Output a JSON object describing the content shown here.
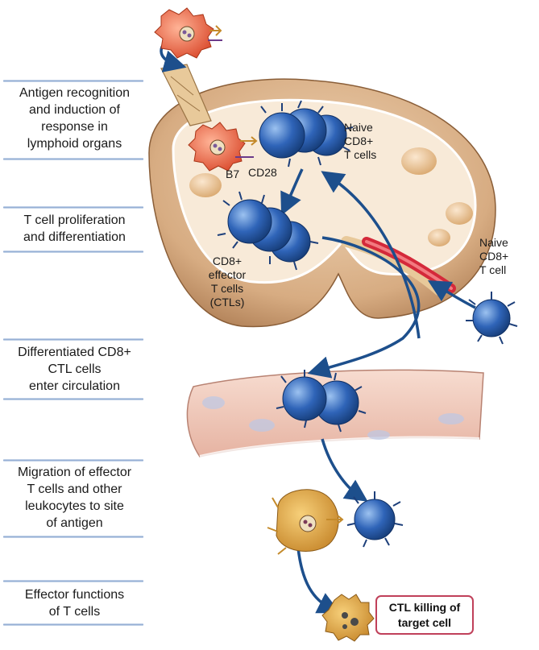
{
  "steps": [
    {
      "lines": [
        "Antigen recognition",
        "and induction of",
        "response in",
        "lymphoid organs"
      ]
    },
    {
      "lines": [
        "T cell proliferation",
        "and differentiation"
      ]
    },
    {
      "lines": [
        "Differentiated CD8+",
        "CTL cells",
        "enter circulation"
      ]
    },
    {
      "lines": [
        "Migration of effector",
        "T cells and other",
        "leukocytes to site",
        "of antigen"
      ]
    },
    {
      "lines": [
        "Effector functions",
        "of T cells"
      ]
    }
  ],
  "labels": {
    "naive_cd8_t_cells": [
      "Naive",
      "CD8+",
      "T cells"
    ],
    "b7": "B7",
    "cd28": "CD28",
    "cd8_effector": [
      "CD8+",
      "effector",
      "T cells",
      "(CTLs)"
    ],
    "naive_cd8_t_cell": [
      "Naive",
      "CD8+",
      "T cell"
    ],
    "ctl_killing": [
      "CTL killing of",
      "target cell"
    ]
  },
  "colors": {
    "arrow": "#1d4f8c",
    "t_cell": "#2f64b8",
    "lymph_node": "#d9b48f",
    "apc": "#e0603a",
    "vessel": "#efc8b8",
    "highlight_border": "#c0405a"
  }
}
